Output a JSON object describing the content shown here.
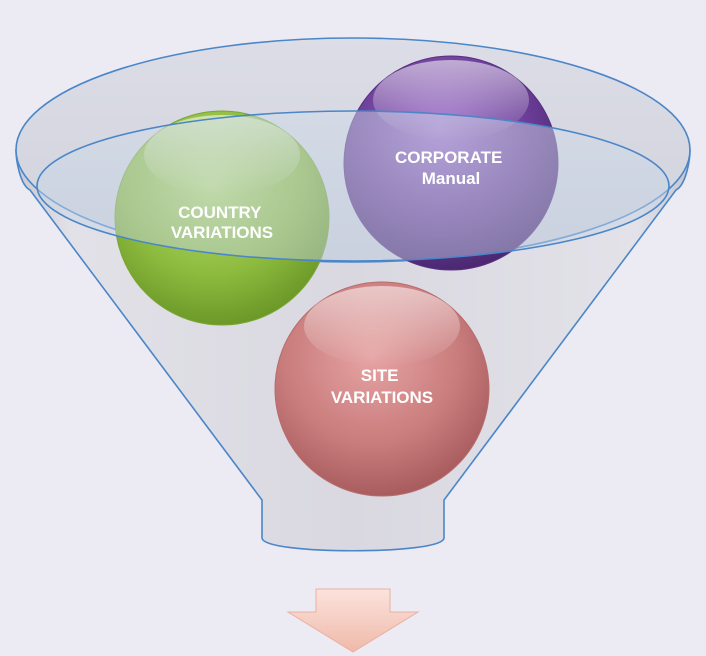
{
  "diagram": {
    "circles": [
      {
        "id": "country",
        "lines": [
          "COUNTRY",
          "VARIATIONS"
        ],
        "color": "#8dbb3e"
      },
      {
        "id": "corporate",
        "lines": [
          "CORPORATE",
          "Manual"
        ],
        "color": "#6a3d96"
      },
      {
        "id": "site",
        "lines": [
          "SITE",
          "VARIATIONS"
        ],
        "color": "#c97c7c"
      }
    ],
    "colors": {
      "background": "#eceaf3",
      "funnel_rim": "#4a86c8",
      "arrow": "#f4c8bd"
    }
  }
}
